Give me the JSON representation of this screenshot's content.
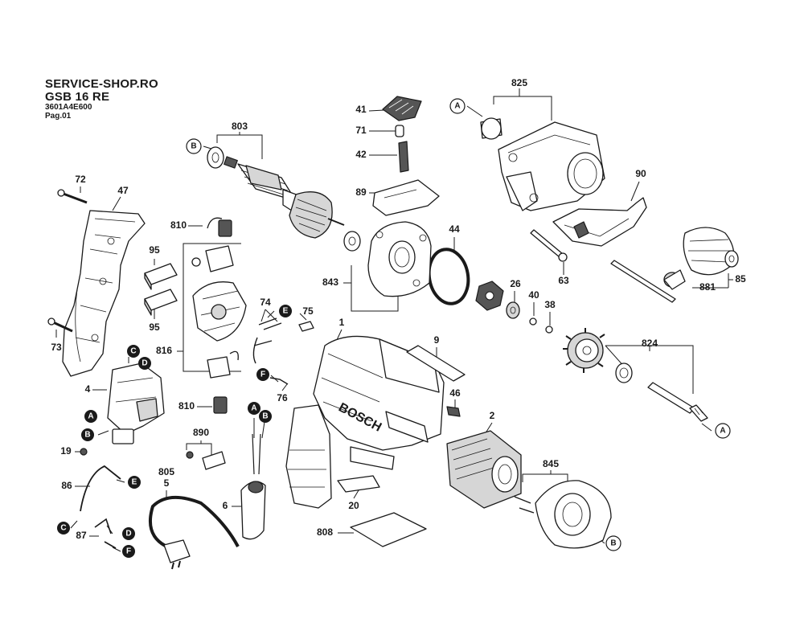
{
  "header": {
    "shop": "SERVICE-SHOP.RO",
    "model": "GSB 16 RE",
    "code": "3601A4E600",
    "page": "Pag.01"
  },
  "parts": {
    "p1": "1",
    "p2": "2",
    "p4": "4",
    "p5": "5",
    "p6": "6",
    "p9": "9",
    "p19": "19",
    "p20": "20",
    "p26": "26",
    "p38": "38",
    "p40": "40",
    "p41": "41",
    "p42": "42",
    "p44": "44",
    "p46": "46",
    "p47": "47",
    "p63": "63",
    "p71": "71",
    "p72": "72",
    "p73": "73",
    "p74": "74",
    "p75": "75",
    "p76": "76",
    "p85": "85",
    "p86": "86",
    "p87": "87",
    "p89": "89",
    "p90": "90",
    "p95a": "95",
    "p95b": "95",
    "p803": "803",
    "p805": "805",
    "p808": "808",
    "p810a": "810",
    "p810b": "810",
    "p816": "816",
    "p824": "824",
    "p825": "825",
    "p843": "843",
    "p845": "845",
    "p881": "881",
    "p890": "890"
  },
  "refs": {
    "a_top": "A",
    "b_top": "B",
    "c_switch": "C",
    "d_switch": "D",
    "a_switch": "A",
    "b_switch": "B",
    "e_74": "E",
    "f_76": "F",
    "a_cable": "A",
    "b_cable": "B",
    "e_86": "E",
    "c_86": "C",
    "d_87": "D",
    "f_87": "F",
    "a_spindle": "A",
    "b_845": "B"
  },
  "brand": "BOSCH"
}
